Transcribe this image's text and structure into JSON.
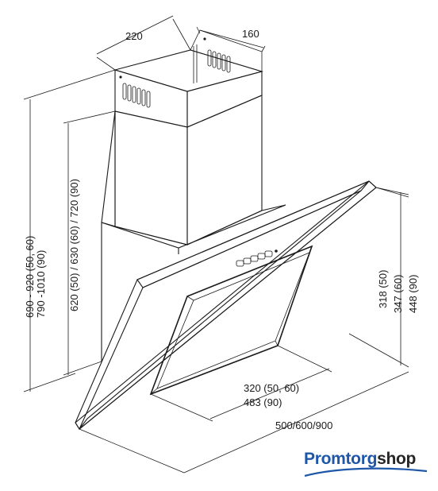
{
  "dimensions": {
    "chimney_width": "220",
    "chimney_depth": "160",
    "total_height_1": "690 - 920 (50, 60)",
    "total_height_2": "790 -1010 (90)",
    "chimney_height": "620 (50) / 630 (60) / 720 (90)",
    "hood_depth_1": "318 (50)",
    "hood_depth_2": "347 (60)",
    "hood_depth_3": "448 (90)",
    "panel_width_1": "320 (50, 60)",
    "panel_width_2": "483 (90)",
    "total_width": "500/600/900"
  },
  "brand": {
    "name_part1": "Promtorg",
    "name_part2": "shop",
    "color_primary": "#1f57a8",
    "color_secondary": "#262626"
  }
}
